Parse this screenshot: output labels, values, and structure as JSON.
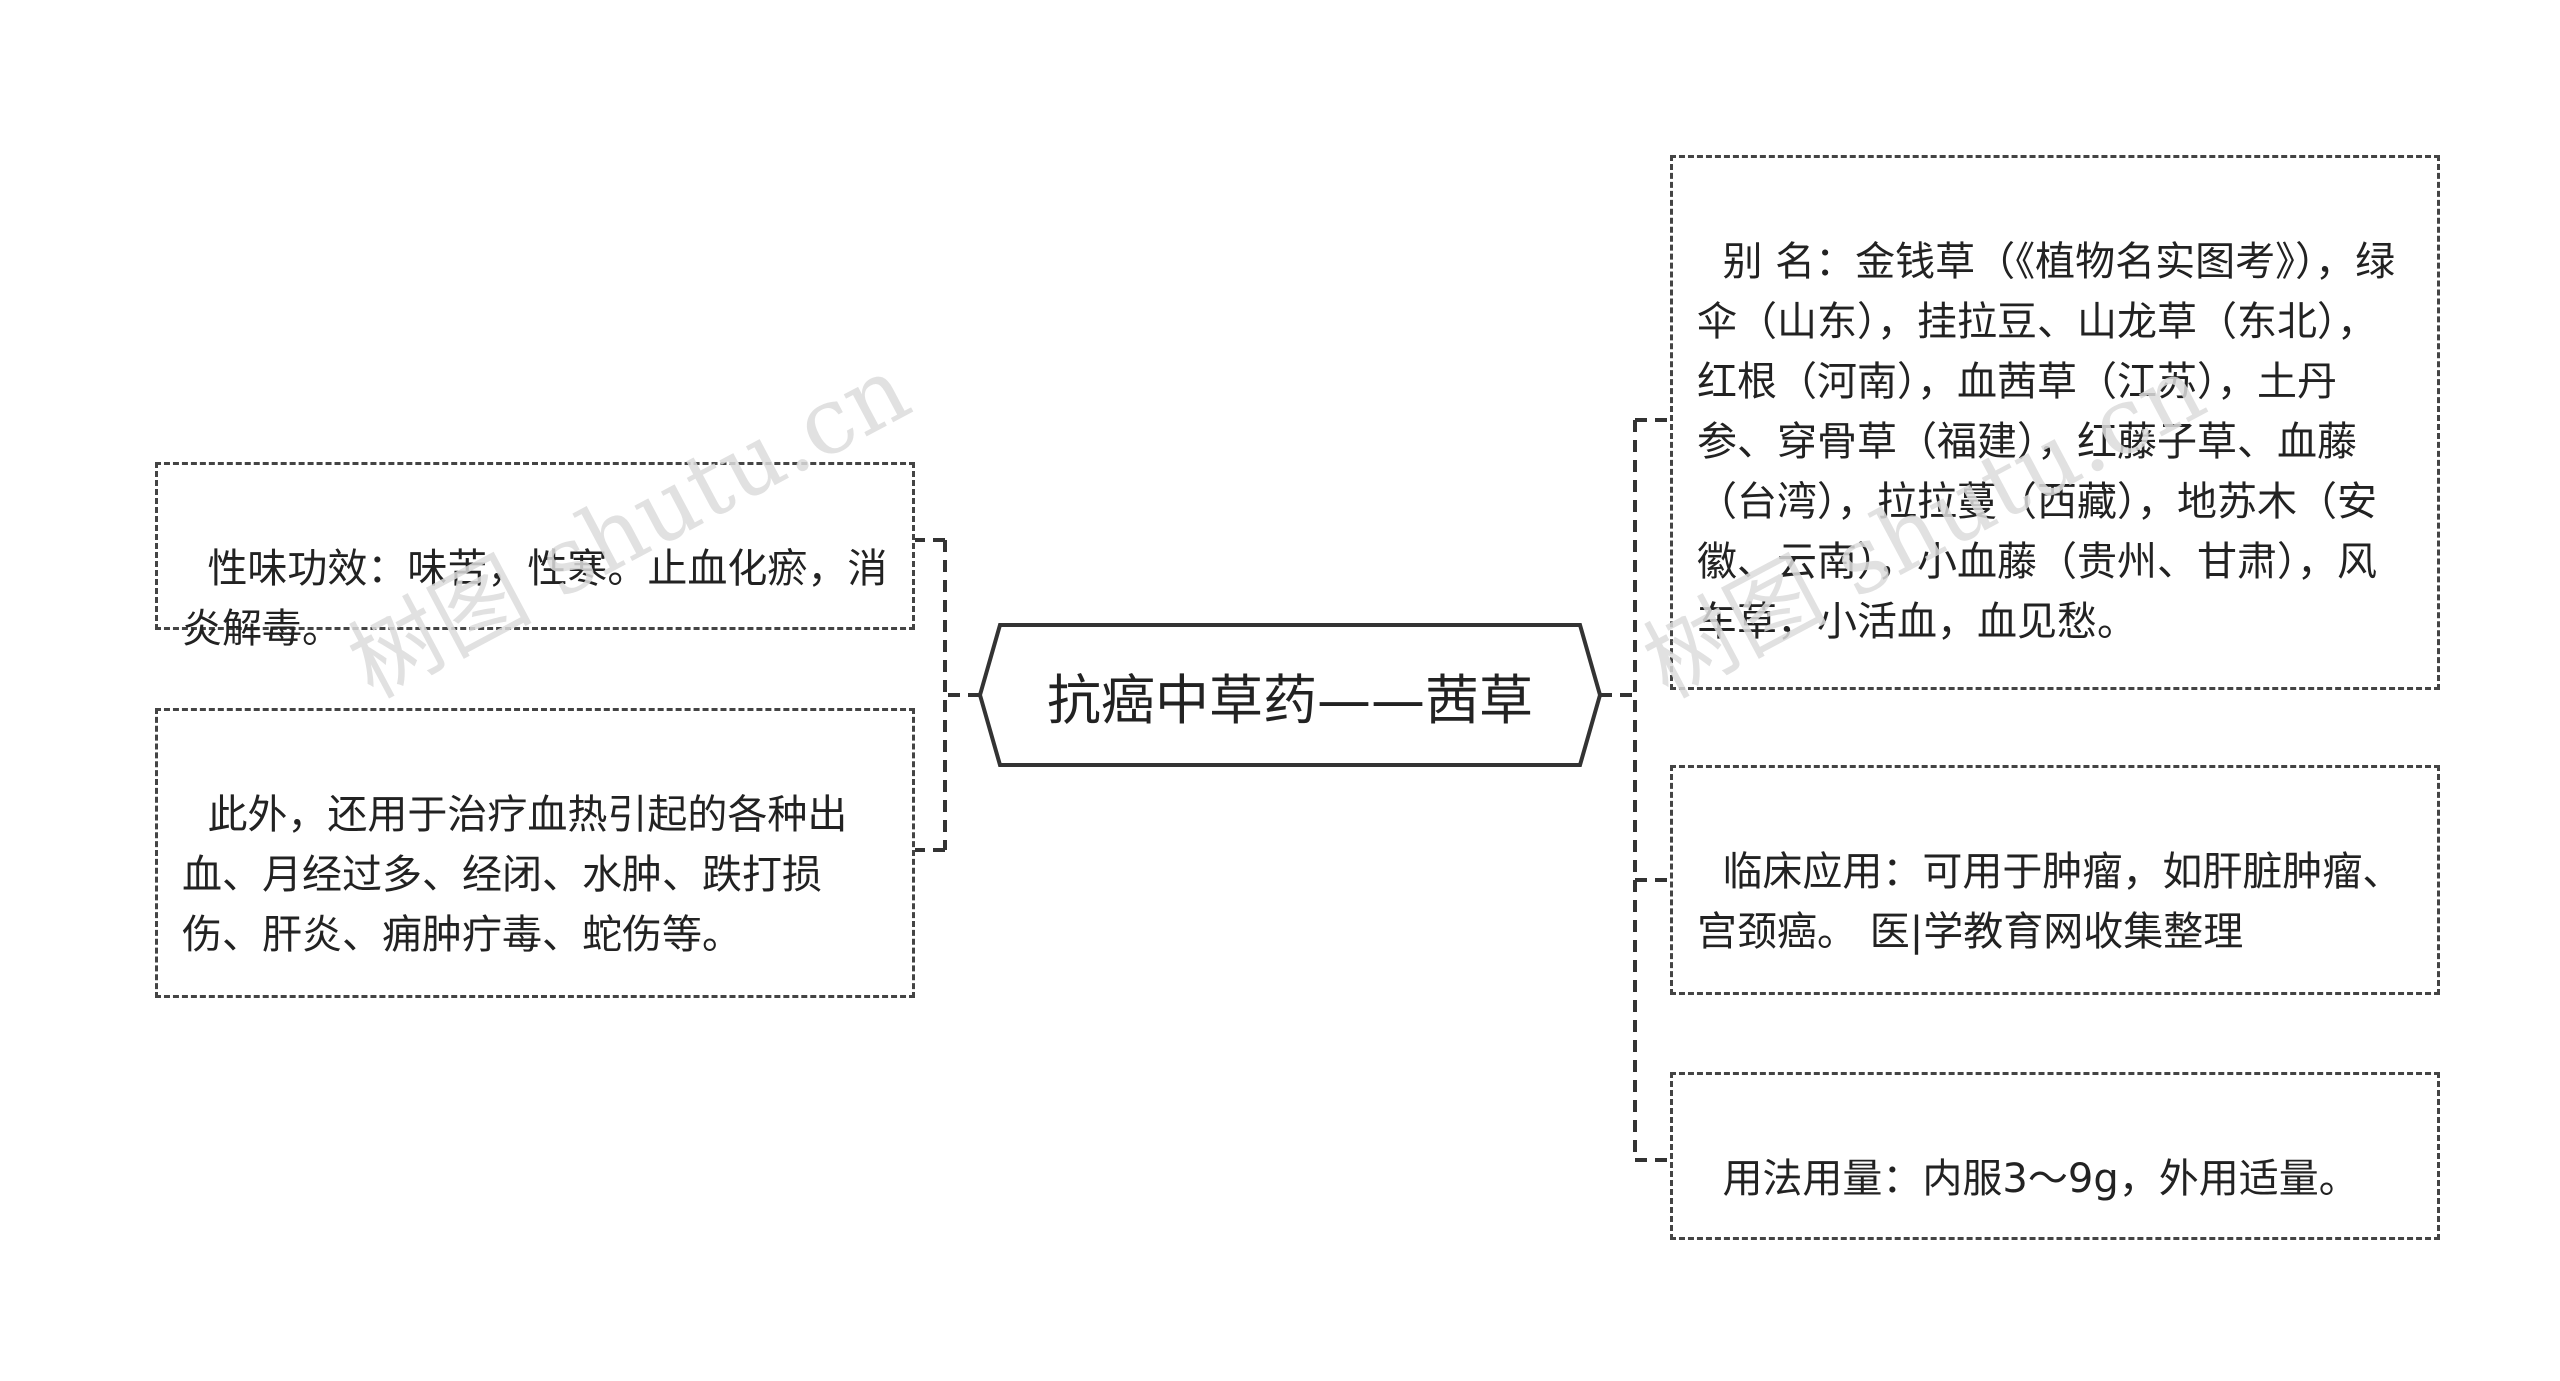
{
  "center": {
    "title": "抗癌中草药——茜草"
  },
  "left_nodes": [
    {
      "text": "性味功效：味苦，性寒。止血化瘀，消炎解毒。"
    },
    {
      "text": "此外，还用于治疗血热引起的各种出血、月经过多、经闭、水肿、跌打损伤、肝炎、痈肿疔毒、蛇伤等。"
    }
  ],
  "right_nodes": [
    {
      "text": "别 名：金钱草（《植物名实图考》），绿伞（山东），挂拉豆、山龙草（东北），红根（河南），血茜草（江苏），土丹参、穿骨草（福建），红藤子草、血藤（台湾），拉拉蔓（西藏），地苏木（安徽、云南），小血藤（贵州、甘肃），风车草，小活血，血见愁。"
    },
    {
      "text": "临床应用：可用于肿瘤，如肝脏肿瘤、宫颈癌。 医|学教育网收集整理"
    },
    {
      "text": "用法用量：内服3～9g，外用适量。"
    }
  ],
  "watermark": {
    "text": "树图 shutu.cn"
  },
  "colors": {
    "line": "#333333",
    "border": "#444444",
    "text": "#222222",
    "watermark": "#dcdcdc"
  }
}
